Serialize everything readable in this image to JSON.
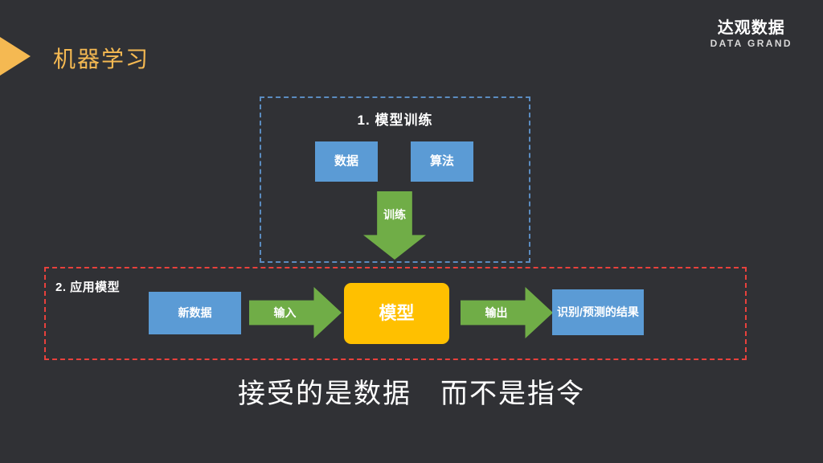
{
  "slide": {
    "background_color": "#303135",
    "title": "机器学习",
    "title_color": "#f5b952",
    "caption": "接受的是数据　而不是指令"
  },
  "logo": {
    "cn": "达观数据",
    "en": "DATA GRAND"
  },
  "colors": {
    "blue_box": "#5b9bd5",
    "yellow_box": "#ffc000",
    "green_arrow": "#70ad47",
    "blue_dash": "#5b8cc0",
    "red_dash": "#e8413c",
    "accent": "#f5b952"
  },
  "sections": [
    {
      "id": "training",
      "title": "1. 模型训练",
      "border_color": "#5b8cc0",
      "nodes": [
        {
          "id": "data",
          "label": "数据",
          "style": "blue"
        },
        {
          "id": "algorithm",
          "label": "算法",
          "style": "blue"
        }
      ],
      "arrows": [
        {
          "id": "train",
          "label": "训练",
          "direction": "down"
        }
      ]
    },
    {
      "id": "application",
      "title": "2. 应用模型",
      "border_color": "#e8413c",
      "nodes": [
        {
          "id": "new-data",
          "label": "新数据",
          "style": "blue"
        },
        {
          "id": "model",
          "label": "模型",
          "style": "yellow"
        },
        {
          "id": "result",
          "label": "识别/预测的结果",
          "style": "blue"
        }
      ],
      "arrows": [
        {
          "id": "input",
          "label": "输入",
          "direction": "right"
        },
        {
          "id": "output",
          "label": "输出",
          "direction": "right"
        }
      ]
    }
  ]
}
